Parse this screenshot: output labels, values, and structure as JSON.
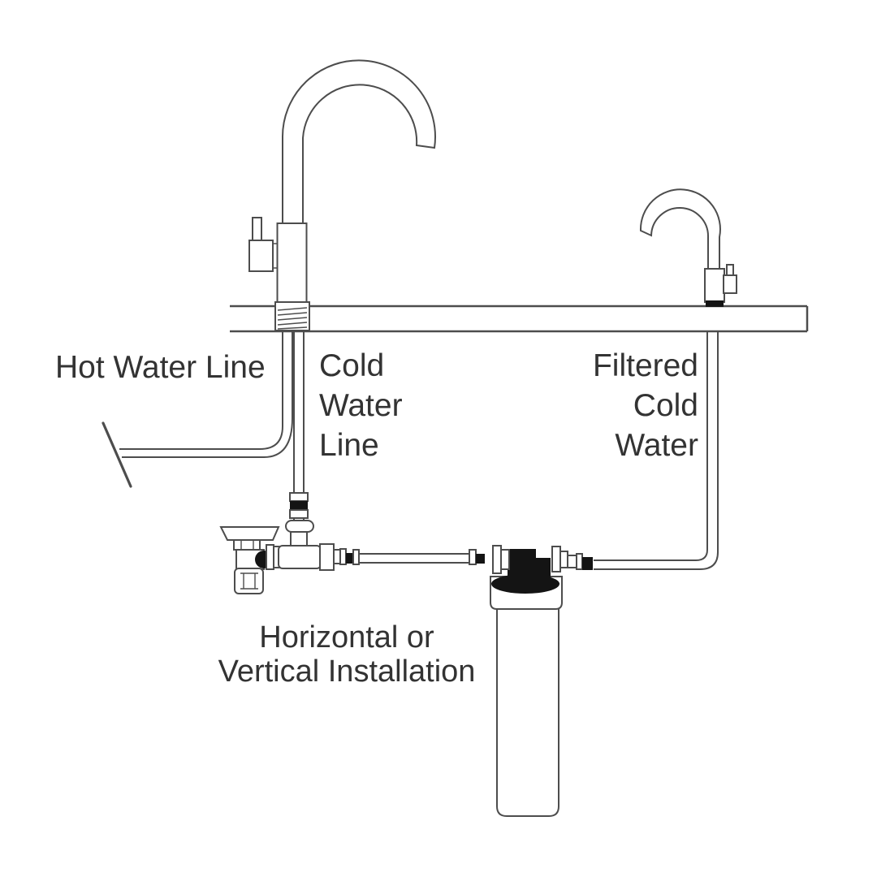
{
  "page": {
    "background": "#ffffff"
  },
  "colors": {
    "line": "#4d4d4d",
    "ink": "#141414",
    "text": "#333333"
  },
  "labels": {
    "hot_water_line": "Hot Water Line",
    "cold_water_line": {
      "lines": [
        "Cold",
        "Water",
        "Line"
      ]
    },
    "filtered_cold_water": {
      "lines": [
        "Filtered",
        "Cold",
        "Water"
      ]
    },
    "installation": {
      "lines": [
        "Horizontal or",
        "Vertical Installation"
      ]
    }
  },
  "diagram": {
    "components": [
      "kitchen-faucet",
      "filtered-water-faucet",
      "countertop",
      "hot-water-supply-tube",
      "cold-water-supply-tube",
      "tube-break-mark",
      "saddle-valve",
      "tee-adapter",
      "inlet-tube",
      "filter-head",
      "filter-cartridge",
      "filtered-water-tube"
    ]
  }
}
